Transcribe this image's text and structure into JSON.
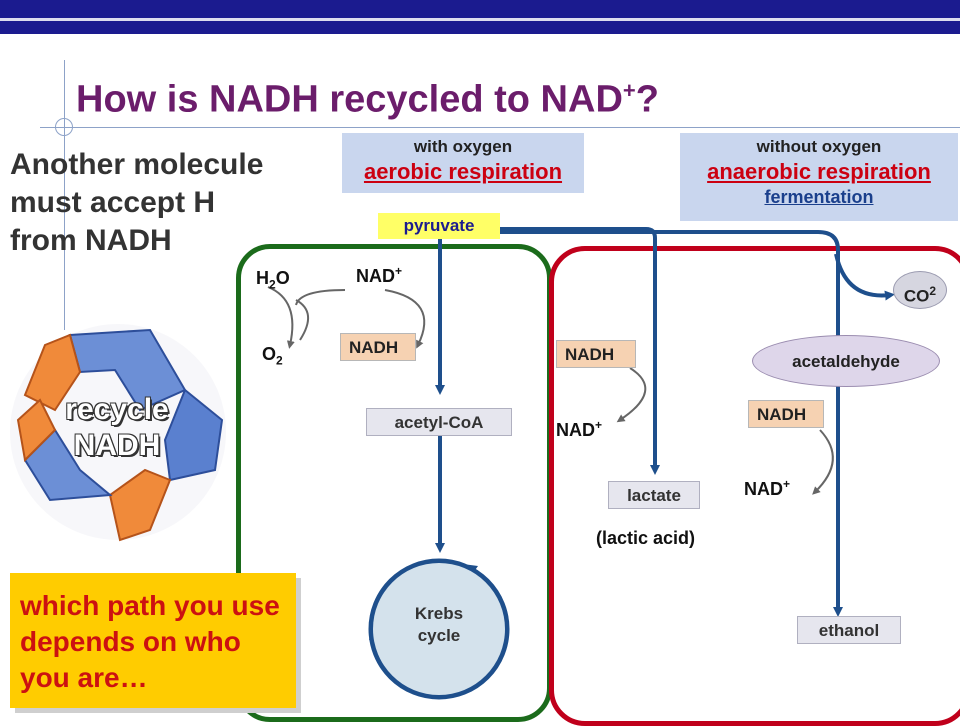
{
  "title": {
    "main": "How is NADH recycled to NAD",
    "sup": "+",
    "end": "?"
  },
  "subtitle": [
    "Another molecule",
    "must accept H",
    "from NADH"
  ],
  "aerobic": {
    "small": "with oxygen",
    "big": "aerobic respiration"
  },
  "anaerobic": {
    "small": "without oxygen",
    "big": "anaerobic respiration",
    "link": "fermentation"
  },
  "recycle": {
    "line1": "recycle",
    "line2": "NADH"
  },
  "note": "which path you use depends on who you are…",
  "aerobic_path": {
    "pyruvate": "pyruvate",
    "h2o": {
      "base": "H",
      "sub": "2",
      "end": "O"
    },
    "o2": {
      "base": "O",
      "sub": "2"
    },
    "nad_plus": {
      "base": "NAD",
      "sup": "+"
    },
    "nadh": "NADH",
    "acetyl_coa": "acetyl-CoA",
    "krebs": {
      "line1": "Krebs",
      "line2": "cycle"
    }
  },
  "lactic_path": {
    "nadh": "NADH",
    "nad_plus": {
      "base": "NAD",
      "sup": "+"
    },
    "lactate": "lactate",
    "lactic_acid": "(lactic acid)"
  },
  "alcohol_path": {
    "co2": {
      "base": "CO",
      "sup": "2"
    },
    "acetaldehyde": "acetaldehyde",
    "nadh": "NADH",
    "nad_plus": {
      "base": "NAD",
      "sup": "+"
    },
    "ethanol": "ethanol"
  },
  "colors": {
    "title": "#6b1d6b",
    "topbar": "#1b1b8f",
    "aerobic_frame": "#1b6b1b",
    "anaerobic_frame": "#c0001b",
    "arrow": "#1e4f8c",
    "highlight": "#cc0011",
    "note_bg": "#ffcc00"
  }
}
